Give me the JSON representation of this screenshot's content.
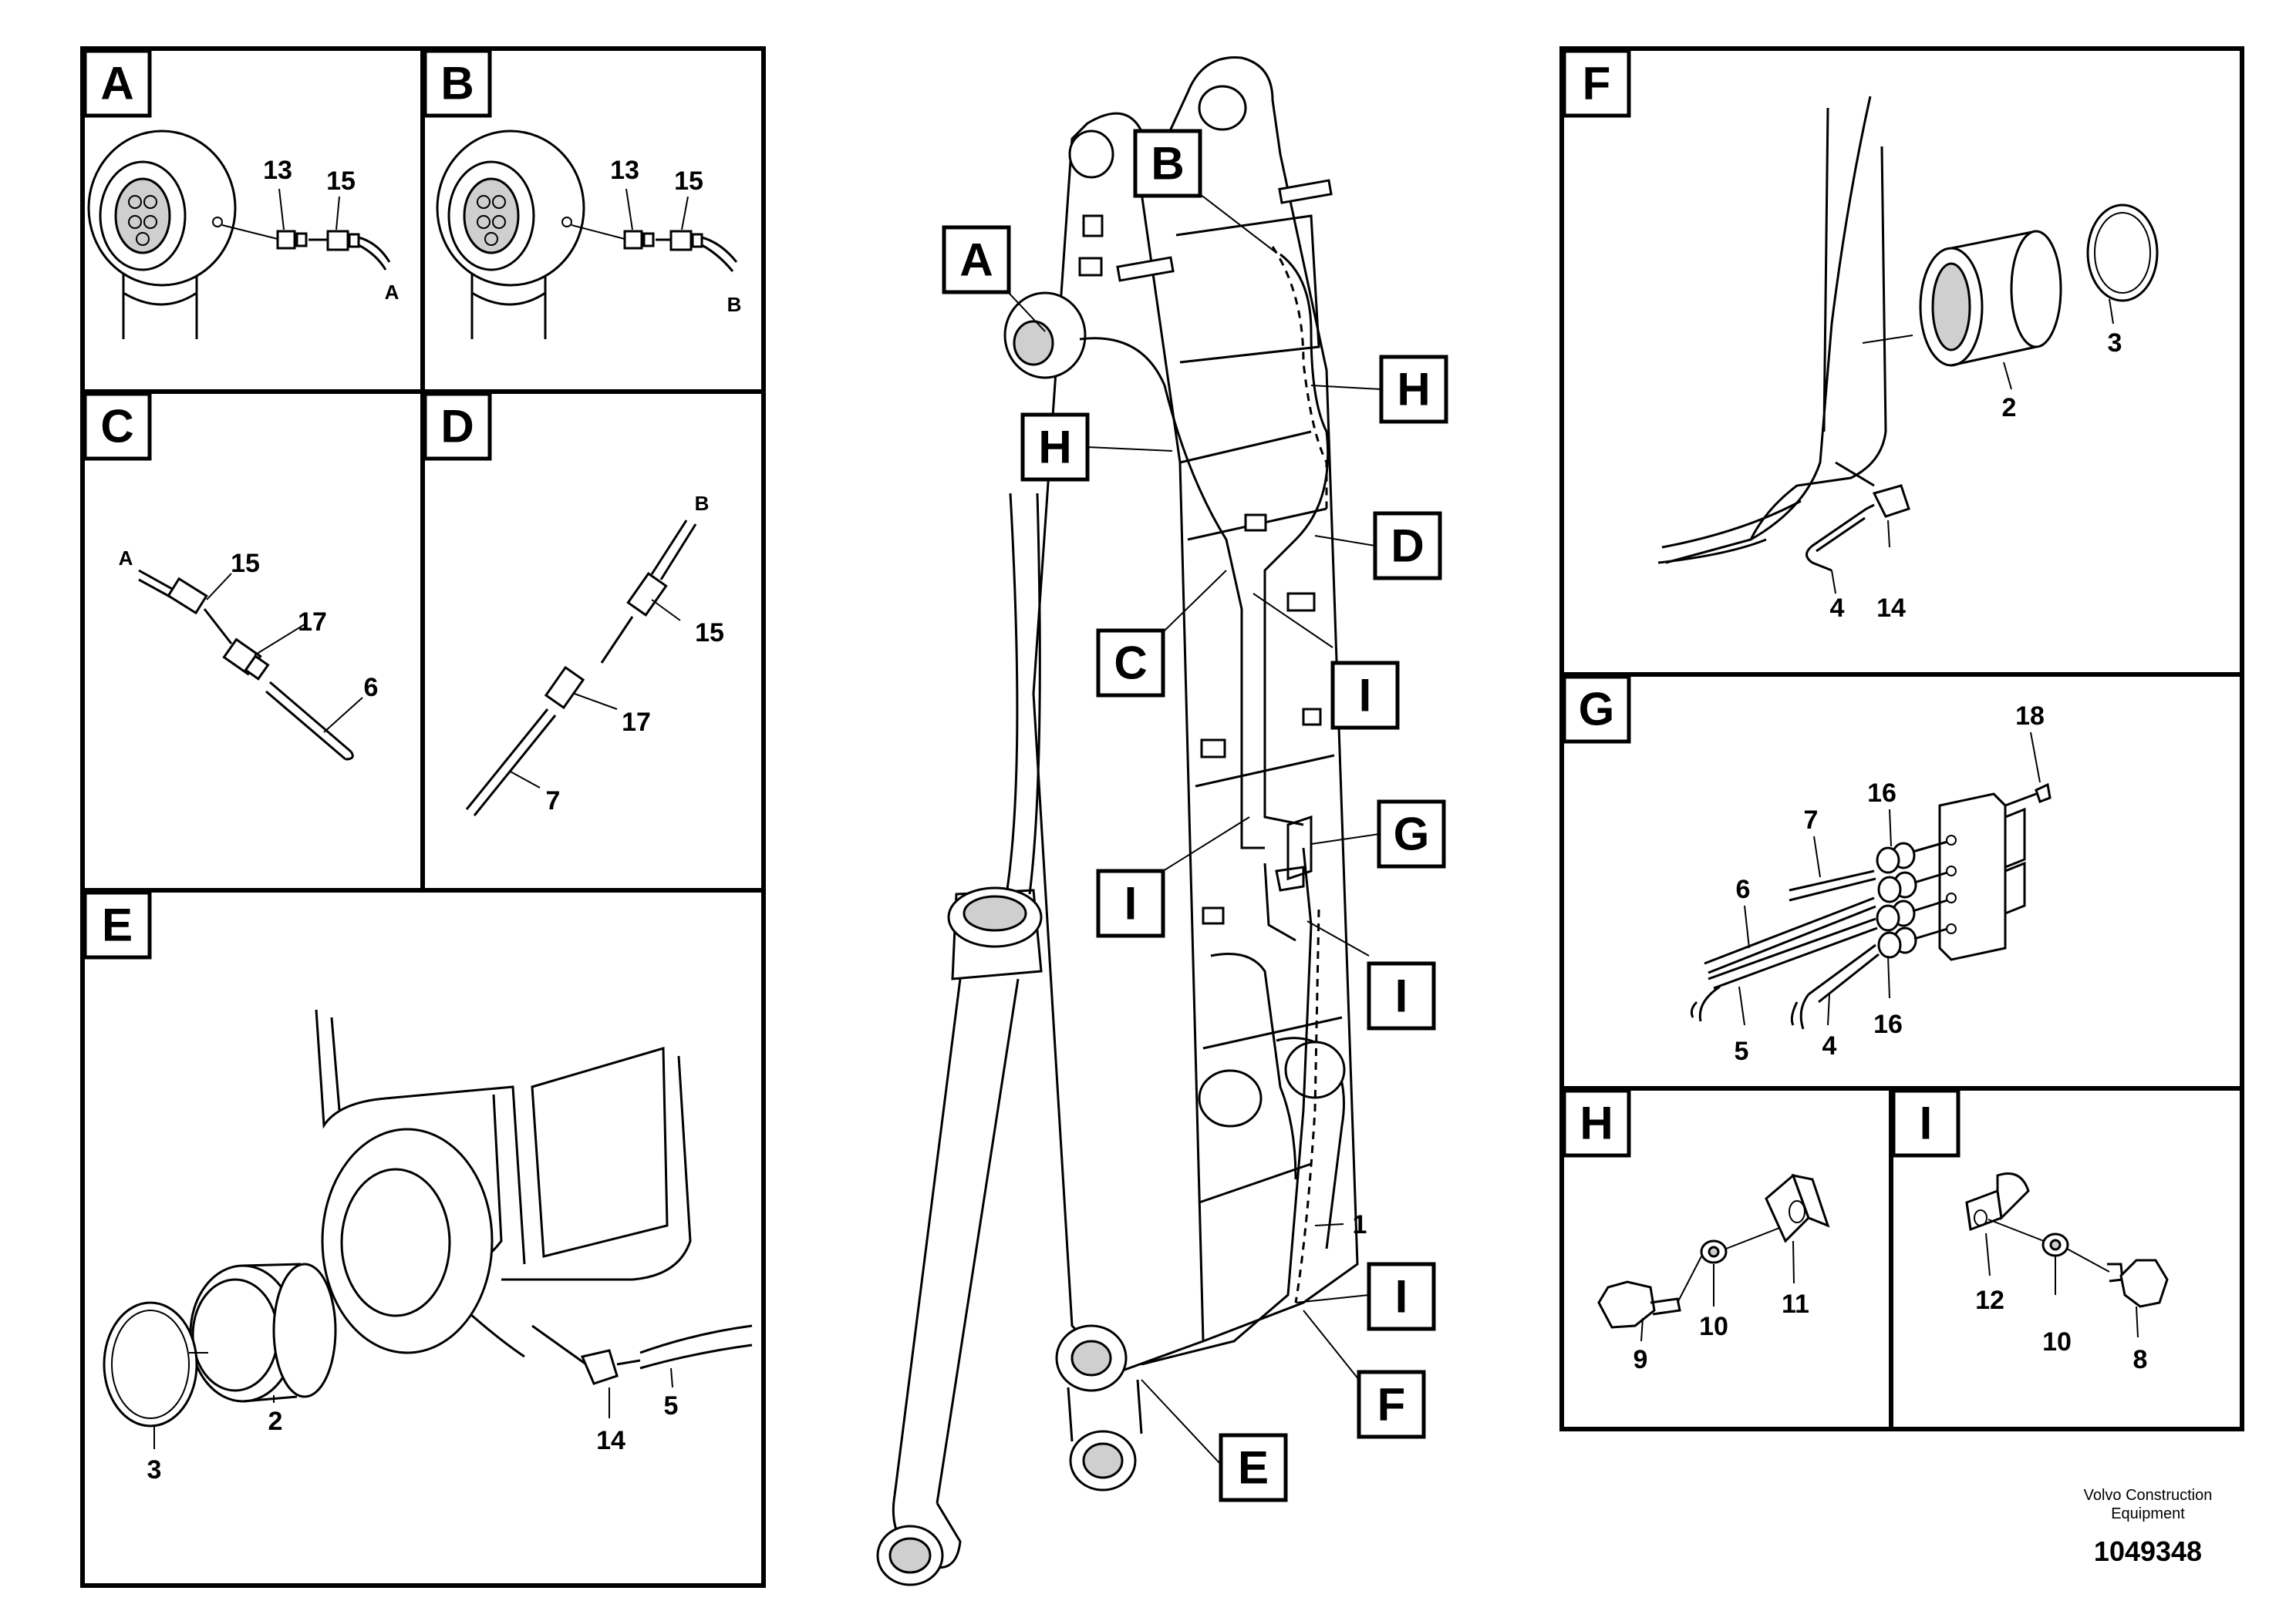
{
  "panels": {
    "A": {
      "tag": "A",
      "labels": {
        "p13": "13",
        "p15": "15",
        "end": "A"
      }
    },
    "B": {
      "tag": "B",
      "labels": {
        "p13": "13",
        "p15": "15",
        "end": "B"
      }
    },
    "C": {
      "tag": "C",
      "labels": {
        "end": "A",
        "p15": "15",
        "p17": "17",
        "p6": "6"
      }
    },
    "D": {
      "tag": "D",
      "labels": {
        "end": "B",
        "p15": "15",
        "p17": "17",
        "p7": "7"
      }
    },
    "E": {
      "tag": "E",
      "labels": {
        "p3": "3",
        "p2": "2",
        "p14": "14",
        "p5": "5"
      }
    },
    "F": {
      "tag": "F",
      "labels": {
        "p2": "2",
        "p3": "3",
        "p4": "4",
        "p14": "14"
      }
    },
    "G": {
      "tag": "G",
      "labels": {
        "p18": "18",
        "p16a": "16",
        "p7": "7",
        "p6": "6",
        "p5": "5",
        "p4": "4",
        "p16b": "16"
      }
    },
    "H": {
      "tag": "H",
      "labels": {
        "p9": "9",
        "p10": "10",
        "p11": "11"
      }
    },
    "I": {
      "tag": "I",
      "labels": {
        "p12": "12",
        "p10": "10",
        "p8": "8"
      }
    }
  },
  "main": {
    "callouts": {
      "A": "A",
      "B": "B",
      "C": "C",
      "D": "D",
      "E": "E",
      "F": "F",
      "G": "G",
      "H1": "H",
      "H2": "H",
      "I1": "I",
      "I2": "I",
      "I3": "I",
      "I4": "I"
    },
    "part_label": "1"
  },
  "footer": {
    "company_line1": "Volvo Construction",
    "company_line2": "Equipment",
    "drawing_number": "1049348"
  }
}
